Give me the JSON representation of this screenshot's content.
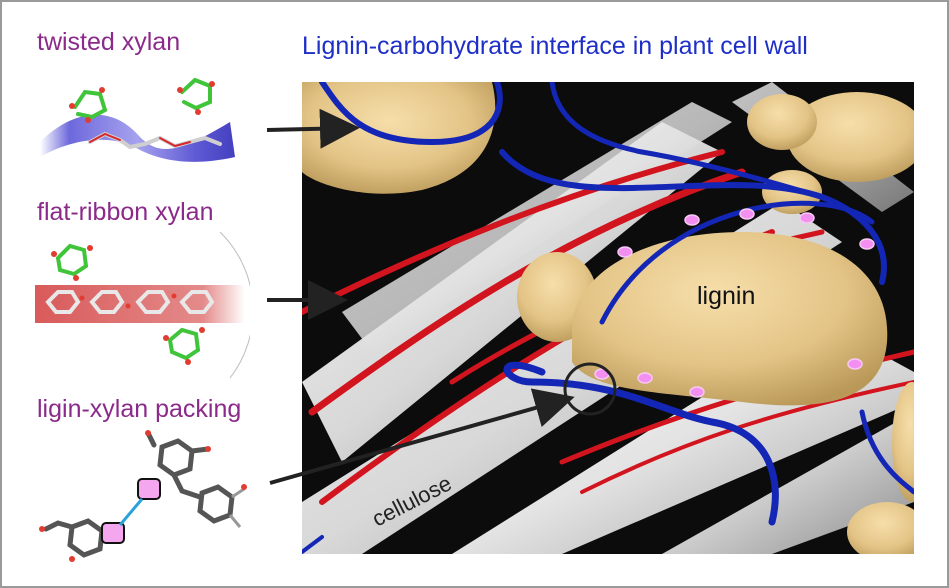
{
  "title": "Lignin-carbohydrate interface in plant cell wall",
  "labels": {
    "twisted": "twisted xylan",
    "flat": "flat-ribbon xylan",
    "packing": "ligin-xylan packing",
    "lignin": "lignin",
    "cellulose": "cellulose"
  },
  "colors": {
    "title_blue": "#1e2fc8",
    "label_purple": "#8b2a8b",
    "lignin_tan": "#e3c486",
    "xylan_blue": "#1426b5",
    "xylan_red": "#d2141e",
    "cellulose_white": "#f2f2f2",
    "linker_pink": "#f28ff0",
    "frame_gray": "#9a9a9a"
  }
}
